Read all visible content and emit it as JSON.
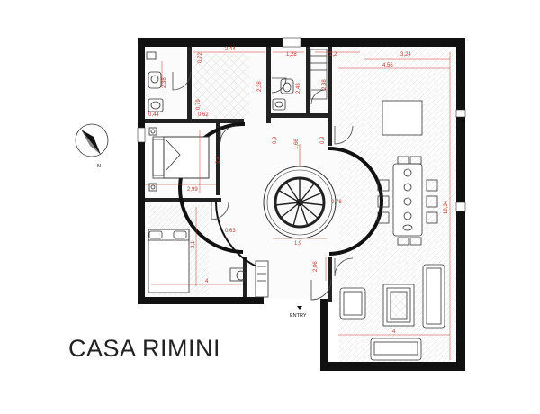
{
  "plan": {
    "title": "CASA RIMINI",
    "entry_label": "ENTRY",
    "north_label": "N",
    "colors": {
      "wall": "#111111",
      "dimension": "#c0392b",
      "floor_hatch": "#cfcfcf"
    },
    "dimensions": {
      "top_bath_w": "2,44",
      "top_small_1": "0,72",
      "top_center": "1,28",
      "top_small_2": "1,2",
      "top_right": "3,24",
      "living_width": "4,56",
      "bath_left_h": "2,38",
      "bath_bottom": "0,44",
      "bath_small": "0,62",
      "bath_vert": "0,79",
      "closet_h": "2,38",
      "wc_center": "2,43",
      "center_right_h": "2,38",
      "hall_09_left": "0,9",
      "hall_166": "1,66",
      "hall_09_right": "0,9",
      "bedroom_h": "2,4",
      "bedroom_w": "2,99",
      "stair_078": "0,78",
      "stair_19": "1,9",
      "living_h": "10,34",
      "door_063": "0,63",
      "room2_h": "3,1",
      "room2_w": "4",
      "entry_206": "2,06",
      "living_bottom_w": "4"
    }
  }
}
